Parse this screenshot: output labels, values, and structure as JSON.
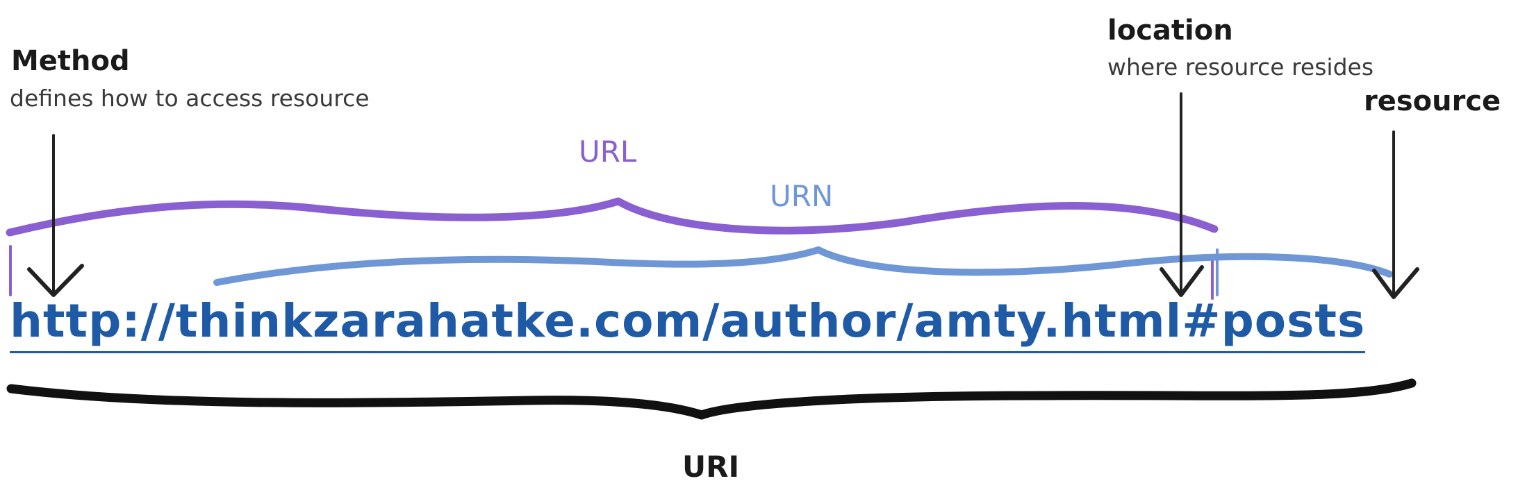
{
  "annotations": {
    "method": {
      "title": "Method",
      "description": "defines how to access resource"
    },
    "location": {
      "title": "location",
      "description": "where resource resides"
    },
    "resource": {
      "title": "resource"
    }
  },
  "brackets": {
    "url": "URL",
    "urn": "URN",
    "uri": "URI"
  },
  "example_uri": "http://thinkzarahatke.com/author/amty.html#posts",
  "colors": {
    "url_bracket": "#8a5fd1",
    "urn_bracket": "#6f97d6",
    "uri_bracket": "#111111",
    "link_text": "#1f5aa6",
    "arrow": "#222222"
  }
}
